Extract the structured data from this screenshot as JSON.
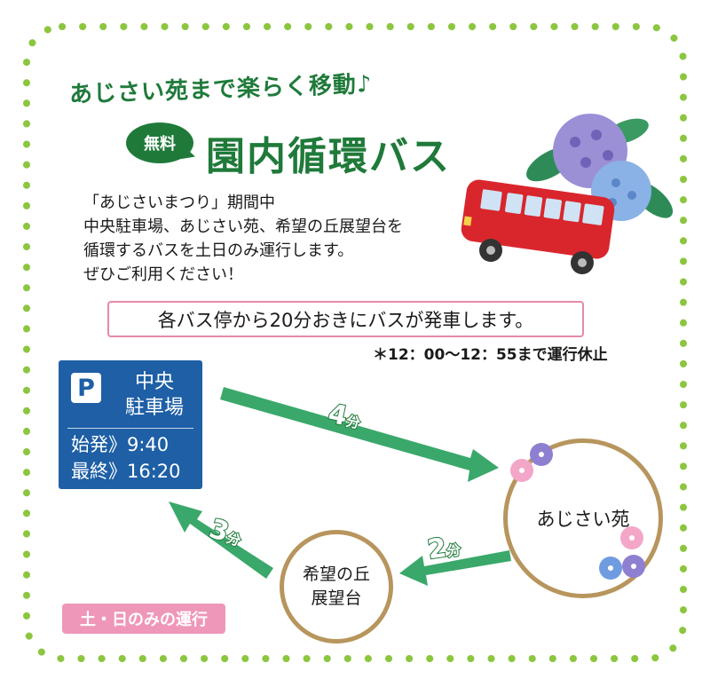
{
  "catchphrase": "あじさい苑まで楽らく移動♪",
  "free_badge": "無料",
  "title": "園内循環バス",
  "description": [
    "「あじさいまつり」期間中",
    "中央駐車場、あじさい苑、希望の丘展望台を",
    "循環するバスを土日のみ運行します。",
    "ぜひご利用ください！"
  ],
  "notice": "各バス停から20分おきにバスが発車します。",
  "suspension_note": "＊12：00～12：55まで運行休止",
  "parking": {
    "icon": "P",
    "name_line1": "中央",
    "name_line2": "駐車場",
    "first_bus": "始発》9:40",
    "last_bus": "最終》16:20"
  },
  "stops": {
    "ajisai": "あじさい苑",
    "kibou_line1": "希望の丘",
    "kibou_line2": "展望台"
  },
  "durations": {
    "parking_to_ajisai": {
      "num": "4",
      "unit": "分"
    },
    "ajisai_to_kibou": {
      "num": "2",
      "unit": "分"
    },
    "kibou_to_parking": {
      "num": "3",
      "unit": "分"
    }
  },
  "weekend_badge": "土・日のみの運行",
  "colors": {
    "green": "#1f7a3a",
    "arrow_green": "#3aa86a",
    "pink": "#ef97b9",
    "blue": "#1e5fa5",
    "dots": "#8cc63f",
    "bus_red": "#d9262c"
  },
  "icons": [
    "bus-illustration",
    "hydrangea-illustration",
    "parking-icon",
    "arrow-right-down",
    "arrow-left",
    "arrow-up-left"
  ]
}
